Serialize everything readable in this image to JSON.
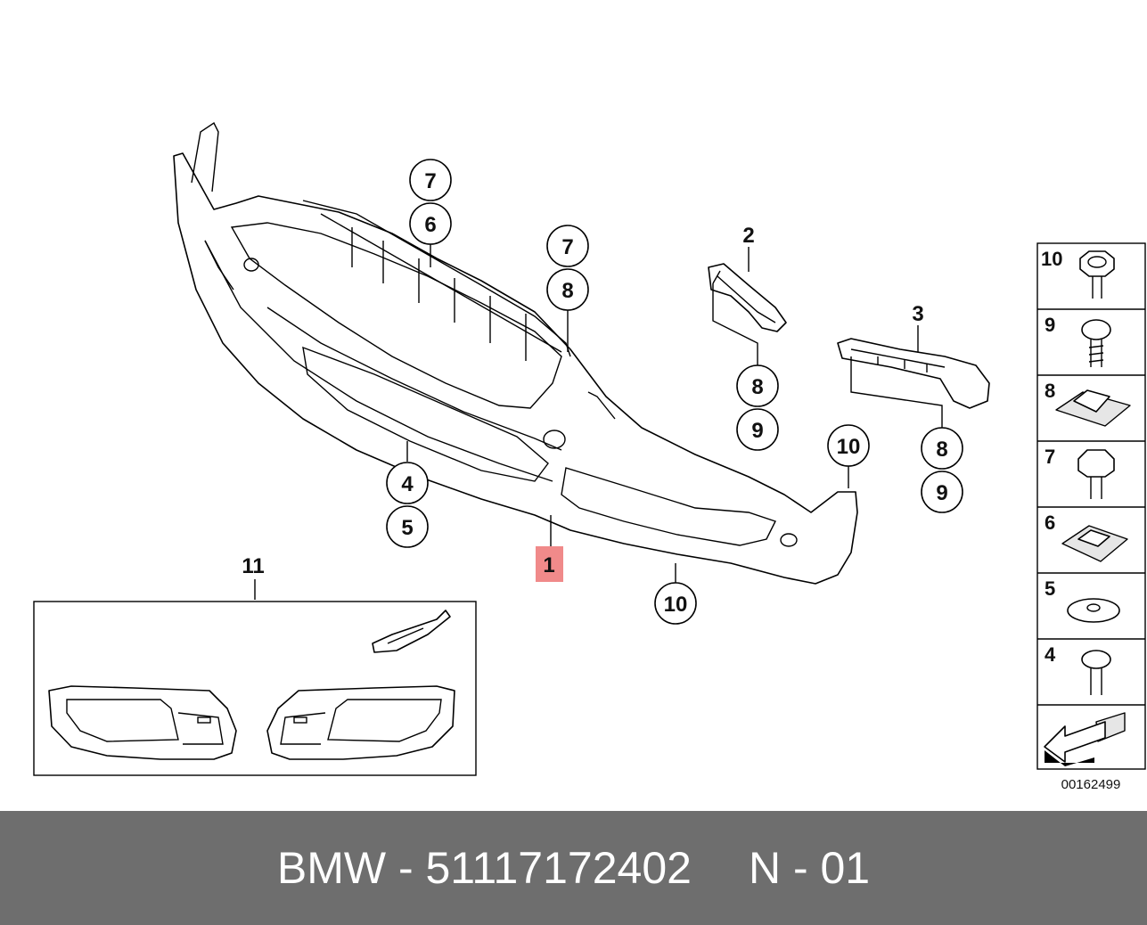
{
  "diagram": {
    "callouts": {
      "c7a": "7",
      "c6": "6",
      "c7b": "7",
      "c8a": "8",
      "c2": "2",
      "c8b": "8",
      "c9a": "9",
      "c3": "3",
      "c8c": "8",
      "c9b": "9",
      "c10a": "10",
      "c4": "4",
      "c5": "5",
      "c1": "1",
      "c10b": "10",
      "c11": "11"
    },
    "highlight_color": "#f08a8a",
    "parts_legend": [
      "10",
      "9",
      "8",
      "7",
      "6",
      "5",
      "4"
    ],
    "diagram_id": "00162499"
  },
  "footer": {
    "brand_part": "BMW - 51117172402",
    "position": "N - 01",
    "background": "#6e6e6e"
  }
}
